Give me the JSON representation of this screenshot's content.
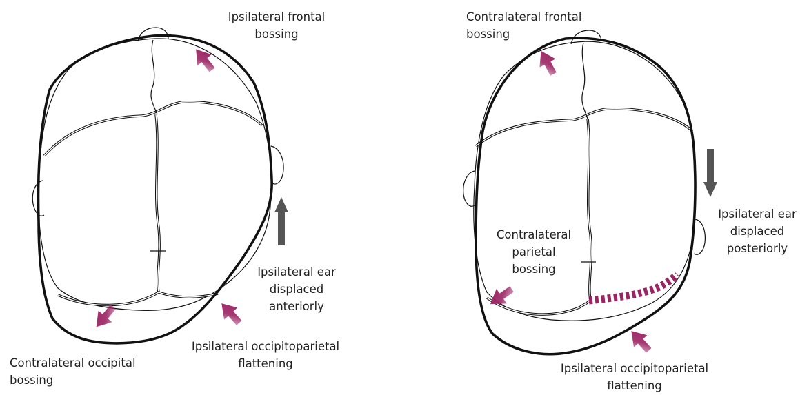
{
  "figure": {
    "left_skull": {
      "labels": {
        "frontal": [
          "Ipsilateral frontal",
          "bossing"
        ],
        "ear": [
          "Ipsilateral ear",
          "displaced",
          "anteriorly"
        ],
        "occipitoparietal": [
          "Ipsilateral occipitoparietal",
          "flattening"
        ],
        "occipital": [
          "Contralateral occipital",
          "bossing"
        ]
      }
    },
    "right_skull": {
      "labels": {
        "frontal": [
          "Contralateral frontal",
          "bossing"
        ],
        "ear": [
          "Ipsilateral ear",
          "displaced",
          "posteriorly"
        ],
        "parietal": [
          "Contralateral",
          "parietal",
          "bossing"
        ],
        "occipitoparietal": [
          "Ipsilateral occipitoparietal",
          "flattening"
        ]
      }
    }
  },
  "colors": {
    "bossing_arrow": "#9b2463",
    "ear_arrow": "#555555",
    "outline": "#111111",
    "flattening_dash": "#9b2463"
  }
}
